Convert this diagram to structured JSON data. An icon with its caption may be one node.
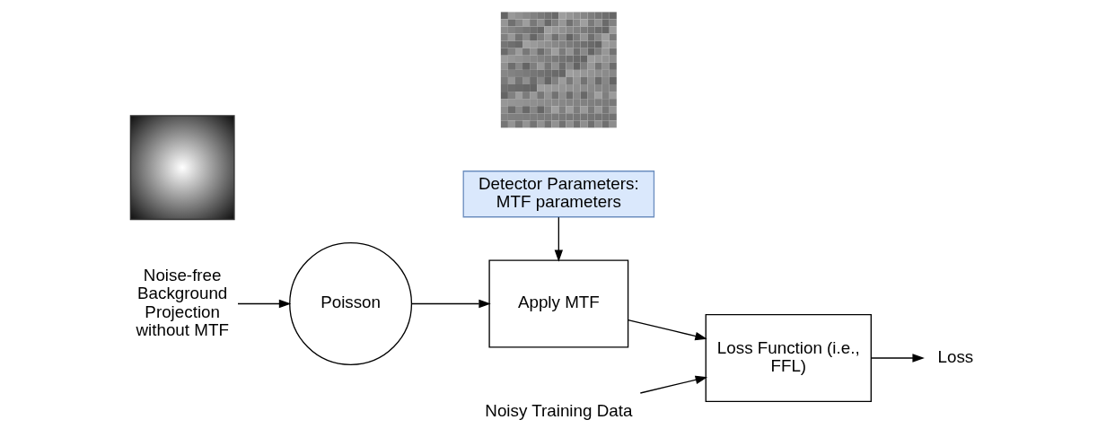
{
  "diagram": {
    "nodes": [
      {
        "text": [
          "Detector Parameters: MTF parameters"
        ]
      },
      {
        "text": [
          "Noise-free Background Projection without MTF"
        ]
      },
      {
        "text": [
          "Poisson"
        ]
      },
      {
        "text": [
          "Apply MTF"
        ]
      },
      {
        "text": [
          "Loss Function (i.e., FFL)"
        ]
      },
      {
        "text": [
          "Loss"
        ]
      },
      {
        "text": [],
        "shape": "picture"
      },
      {
        "text": [],
        "shape": "picture"
      },
      {
        "text": [
          "Noisy Training Data"
        ]
      }
    ],
    "edges": [
      {
        "from": 1,
        "to": 2,
        "arrow": "to"
      },
      {
        "from": 2,
        "to": 3,
        "arrow": "to"
      },
      {
        "from": 0,
        "to": 3,
        "arrow": "to"
      },
      {
        "from": 3,
        "to": 4,
        "arrow": "to"
      },
      {
        "from": 4,
        "to": 5,
        "arrow": "to"
      },
      {
        "from": 8,
        "to": 4,
        "arrow": "to"
      }
    ]
  }
}
